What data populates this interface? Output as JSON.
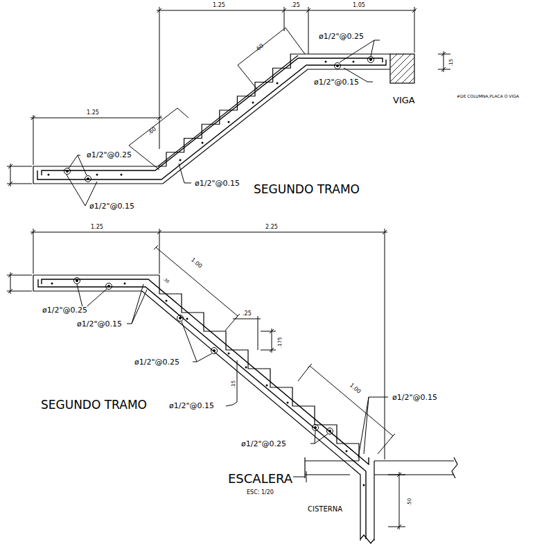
{
  "diagram": {
    "labels": [
      "1.25",
      ".25",
      "1.05",
      ".60",
      "ø1/2\"@0.25",
      "ø1/2\"@0.15",
      ".15",
      "VIGA",
      "#DE COLUMNA,PLACA O VIGA",
      "1.25",
      ".60",
      "ø1/2\"@0.25",
      "ø1/2\"@0.15",
      "ø1/2\"@0.15",
      "SEGUNDO TRAMO",
      "1.25",
      "2.25",
      "1.00",
      ".30",
      ".25",
      ".175",
      "ø1/2\"@0.25",
      "ø1/2\"@0.15",
      "ø1/2\"@0.25",
      "ø1/2\"@0.15",
      ".15",
      "SEGUNDO TRAMO",
      "ø1/2\"@0.15",
      "1.00",
      "ø1/2\"@0.25",
      "ESCALERA",
      "ESC: 1/20",
      "CISTERNA",
      ".50"
    ]
  }
}
